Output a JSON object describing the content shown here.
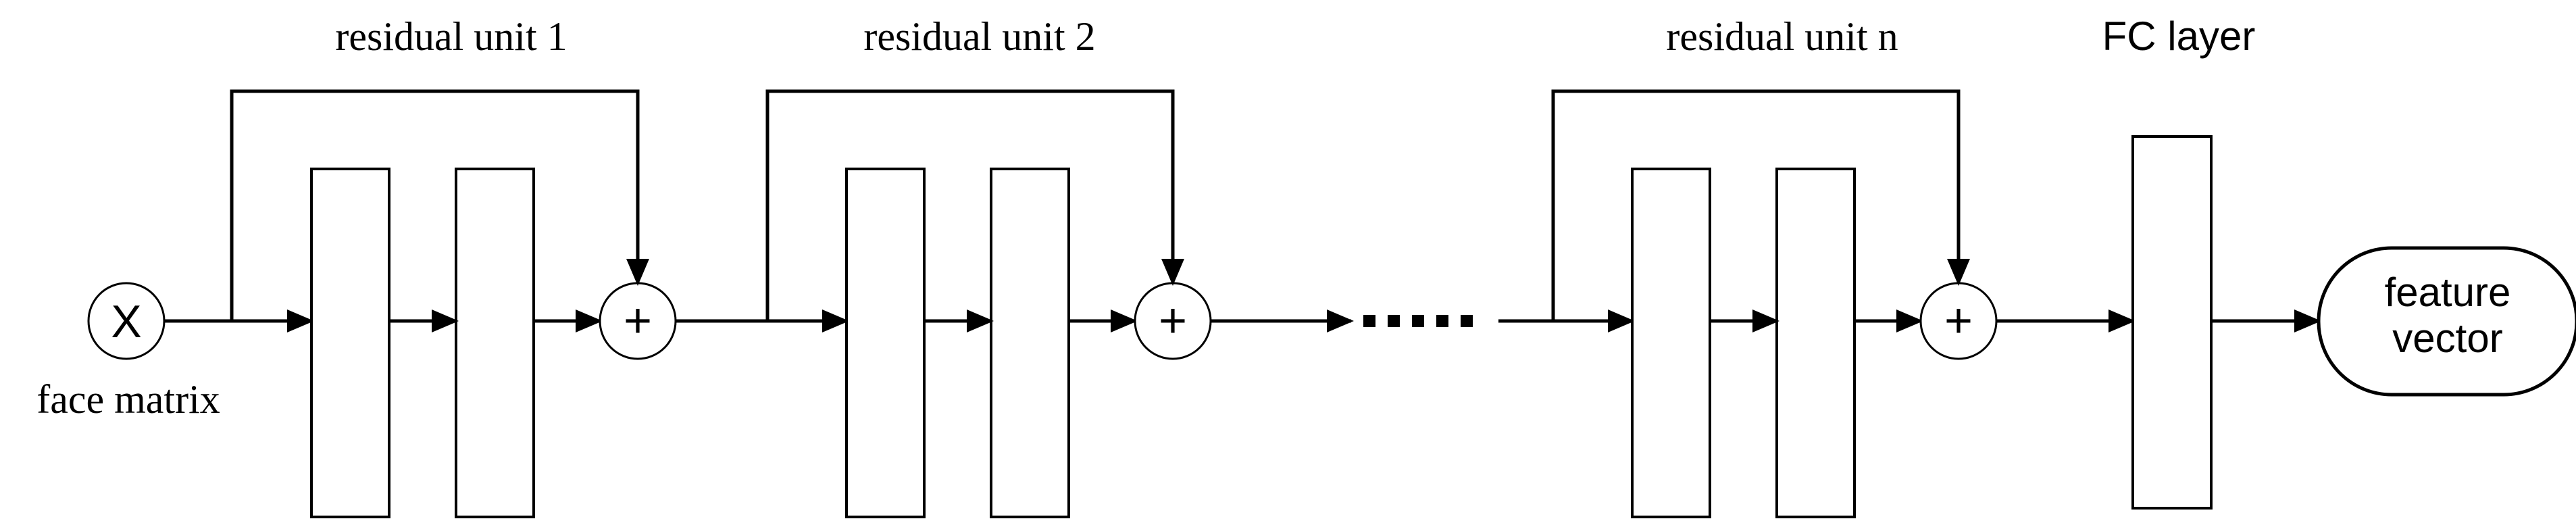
{
  "input": {
    "symbol": "X",
    "label": "face matrix"
  },
  "units": [
    {
      "label": "residual unit 1",
      "sum_symbol": "+"
    },
    {
      "label": "residual unit 2",
      "sum_symbol": "+"
    },
    {
      "label": "residual unit n",
      "sum_symbol": "+"
    }
  ],
  "fc": {
    "label": "FC layer"
  },
  "output": {
    "line1": "feature",
    "line2": "vector"
  },
  "colors": {
    "stroke": "#000000",
    "background": "#ffffff"
  }
}
